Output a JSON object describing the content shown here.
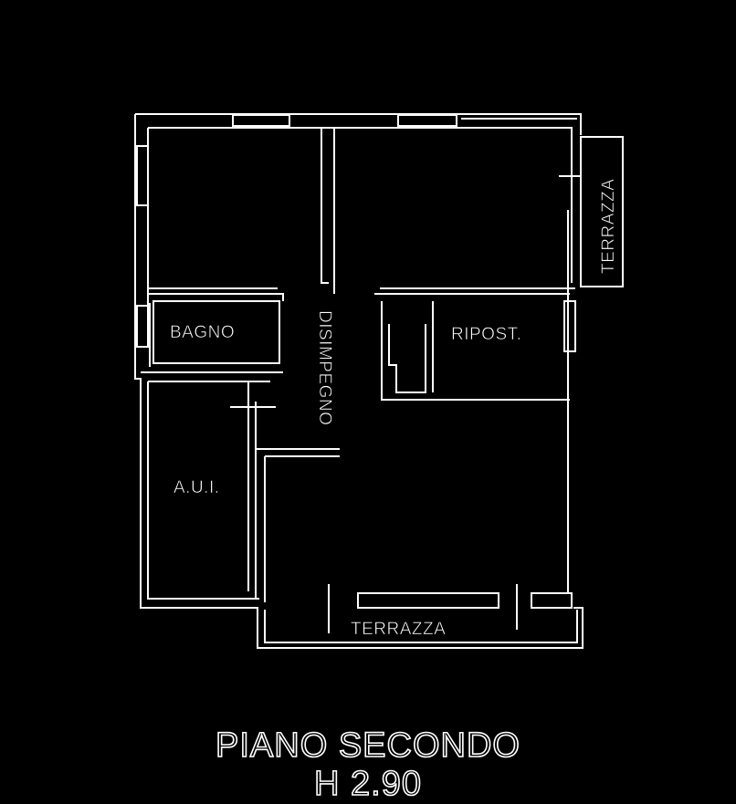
{
  "plan": {
    "rooms": {
      "bagno": "BAGNO",
      "disimpegno": "DISIMPEGNO",
      "ripost": "RIPOST.",
      "aui": "A.U.I.",
      "terrazza_right": "TERRAZZA",
      "terrazza_bottom": "TERRAZZA"
    },
    "title": "PIANO SECONDO",
    "height_label": "H 2.90"
  },
  "colors": {
    "background": "#000000",
    "lines": "#ffffff"
  }
}
